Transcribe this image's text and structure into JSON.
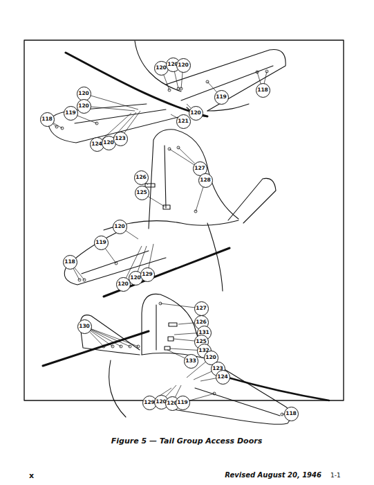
{
  "diagram": {
    "caption": "Figure 5 — Tail Group Access Doors",
    "nodes": [
      {
        "text": [
          "120"
        ]
      },
      {
        "text": [
          "120"
        ]
      },
      {
        "text": [
          "120"
        ]
      },
      {
        "text": [
          "118"
        ]
      },
      {
        "text": [
          "119"
        ]
      },
      {
        "text": [
          "120"
        ]
      },
      {
        "text": [
          "121"
        ]
      },
      {
        "text": [
          "120"
        ]
      },
      {
        "text": [
          "120"
        ]
      },
      {
        "text": [
          "119"
        ]
      },
      {
        "text": [
          "118"
        ]
      },
      {
        "text": [
          "124"
        ]
      },
      {
        "text": [
          "120"
        ]
      },
      {
        "text": [
          "123"
        ]
      },
      {
        "text": [
          "127"
        ]
      },
      {
        "text": [
          "126"
        ]
      },
      {
        "text": [
          "128"
        ]
      },
      {
        "text": [
          "125"
        ]
      },
      {
        "text": [
          "120"
        ]
      },
      {
        "text": [
          "119"
        ]
      },
      {
        "text": [
          "118"
        ]
      },
      {
        "text": [
          "120"
        ]
      },
      {
        "text": [
          "120"
        ]
      },
      {
        "text": [
          "129"
        ]
      },
      {
        "text": [
          "127"
        ]
      },
      {
        "text": [
          "126"
        ]
      },
      {
        "text": [
          "130"
        ]
      },
      {
        "text": [
          "131"
        ]
      },
      {
        "text": [
          "125"
        ]
      },
      {
        "text": [
          "132"
        ]
      },
      {
        "text": [
          "133"
        ]
      },
      {
        "text": [
          "120"
        ]
      },
      {
        "text": [
          "123"
        ]
      },
      {
        "text": [
          "124"
        ]
      },
      {
        "text": [
          "118"
        ]
      },
      {
        "text": [
          "129"
        ]
      },
      {
        "text": [
          "120"
        ]
      },
      {
        "text": [
          "120"
        ]
      },
      {
        "text": [
          "119"
        ]
      }
    ],
    "labels": [
      "x",
      "Revised August 20, 1946",
      "1-1"
    ]
  }
}
